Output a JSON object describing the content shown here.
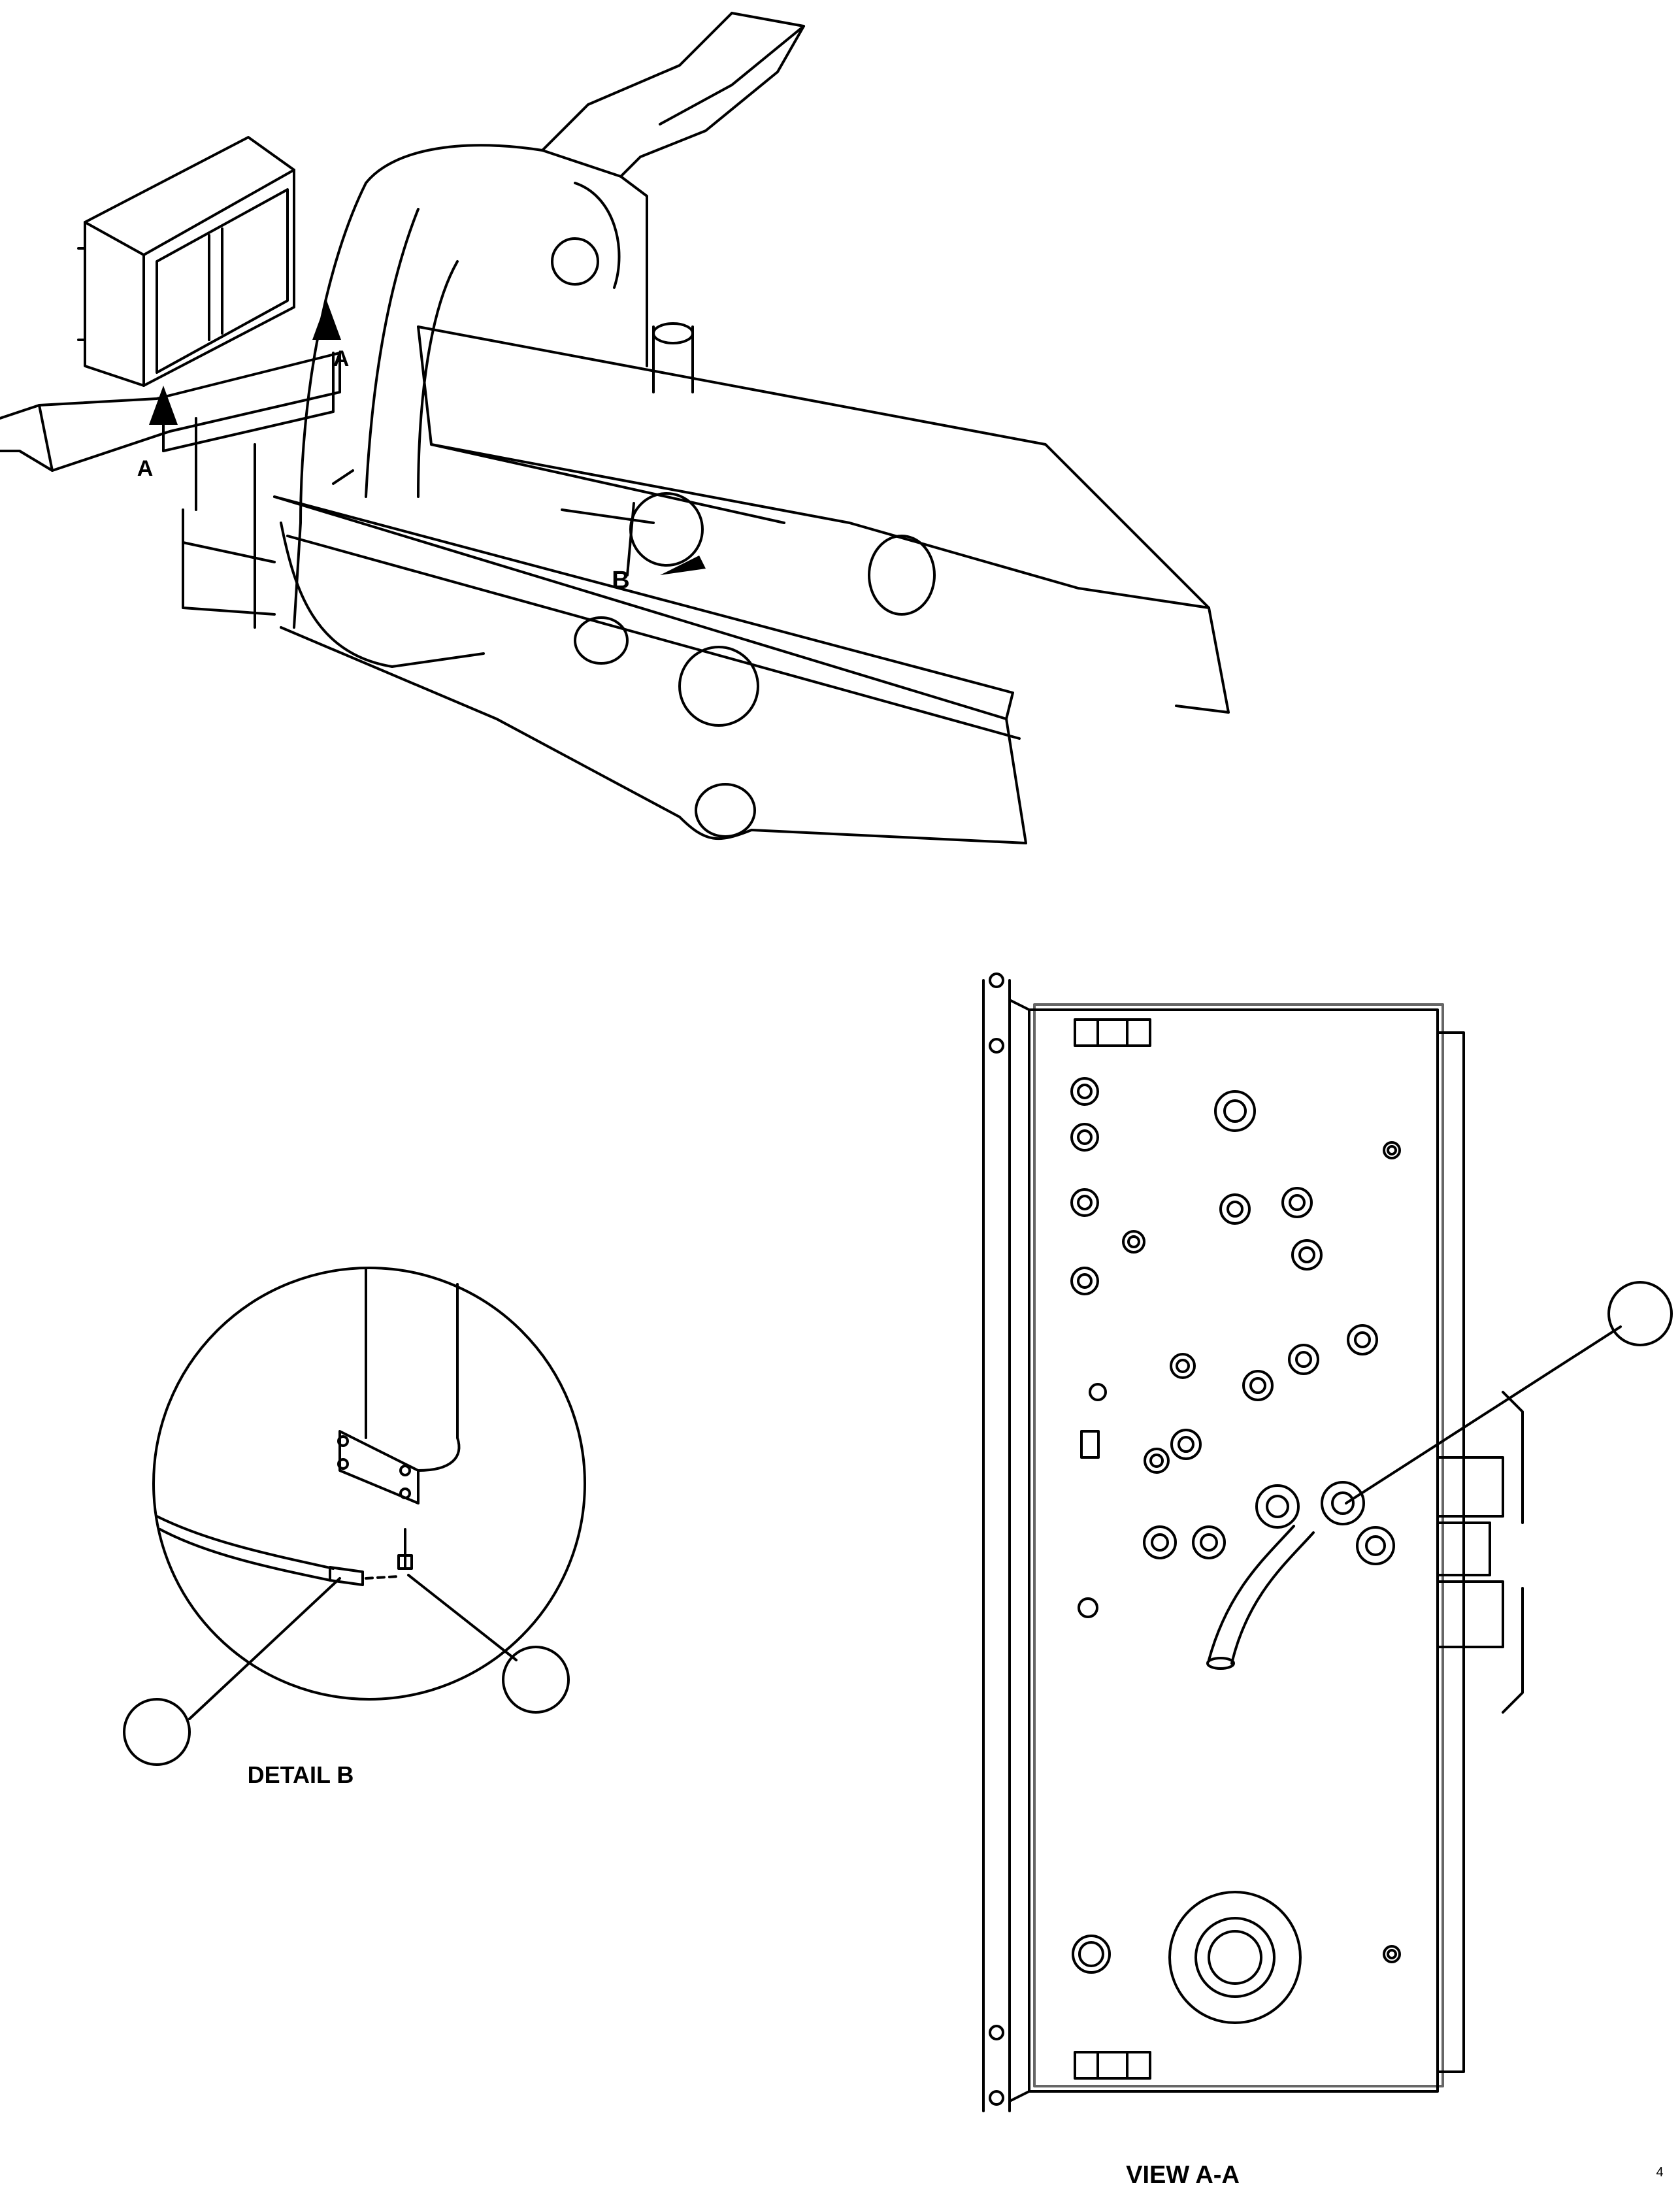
{
  "labels": {
    "view_arrow_left": "A",
    "view_arrow_right": "A",
    "detail_marker": "B",
    "detail_caption": "DETAIL B",
    "view_caption": "VIEW A-A",
    "sheet_id": "4"
  },
  "callouts": {
    "detail_left": "",
    "detail_right": "",
    "view_right": ""
  }
}
